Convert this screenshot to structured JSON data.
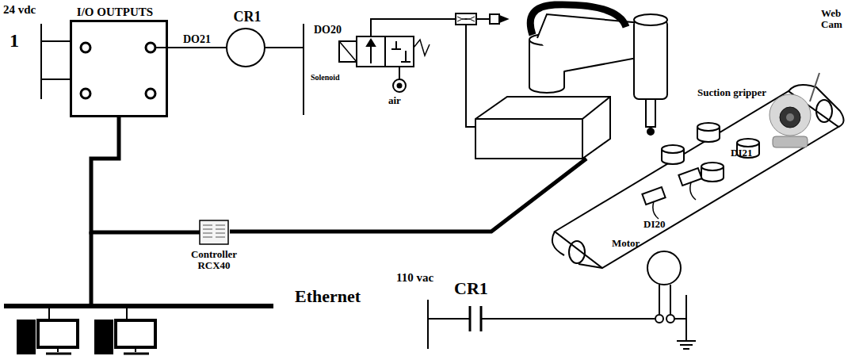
{
  "diagram": {
    "nodes": [
      {
        "text": [
          "I/O OUTPUTS"
        ]
      },
      {
        "text": [
          "CR1"
        ]
      },
      {
        "text": [
          "Controller RCX40"
        ]
      }
    ],
    "edges": [
      {
        "from": 0,
        "to": 1,
        "arrow": "none",
        "label": "DO21"
      },
      {
        "from": 0,
        "to": 2,
        "arrow": "none"
      }
    ],
    "labels": [
      "24 vdc",
      "1",
      "DO20",
      "Solenoid",
      "air",
      "Suction gripper",
      "Web Cam",
      "DI21",
      "DI20",
      "Motor",
      "Ethernet",
      "110 vac",
      "CR1"
    ]
  }
}
